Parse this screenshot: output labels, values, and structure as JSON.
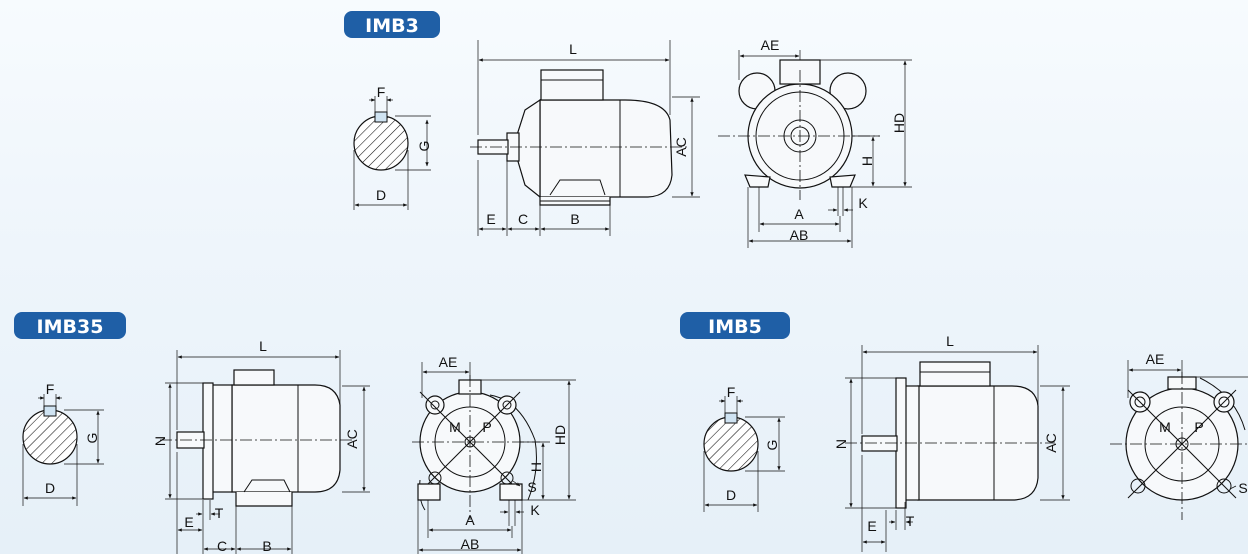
{
  "sections": {
    "imb3": {
      "title": "IMB3"
    },
    "imb35": {
      "title": "IMB35"
    },
    "imb5": {
      "title": "IMB5"
    }
  },
  "labels": {
    "f": "F",
    "g": "G",
    "d": "D",
    "l": "L",
    "ac": "AC",
    "e": "E",
    "c": "C",
    "b": "B",
    "ae": "AE",
    "hd": "HD",
    "h": "H",
    "a": "A",
    "ab": "AB",
    "k": "K",
    "n": "N",
    "t": "T",
    "s": "S",
    "m": "M",
    "p": "P"
  },
  "colors": {
    "badge": "#1f5fa6",
    "line": "#111111",
    "background": "#eef5fb"
  }
}
